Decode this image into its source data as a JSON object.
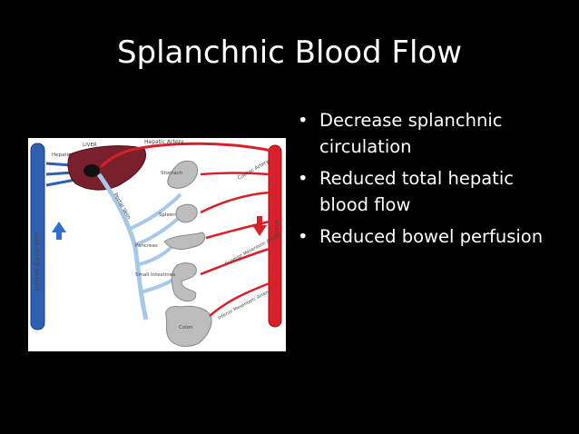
{
  "slide": {
    "title": "Splanchnic Blood Flow",
    "bullets": [
      "Decrease splanchnic circulation",
      "Reduced total hepatic blood flow",
      "Reduced bowel perfusion"
    ]
  },
  "diagram": {
    "labels": {
      "liver": "LIVER",
      "hepatic_veins": "Hepatic Veins",
      "hepatic_artery": "Hepatic Artery",
      "stomach": "Stomach",
      "spleen": "Spleen",
      "pancreas": "Pancreas",
      "small_intestines": "Small Intestines",
      "colon": "Colon",
      "portal_vein": "Portal Vein",
      "ivc": "Inferior Caval Vein",
      "aorta": "Aorta",
      "celiac_artery": "Coeliac Artery",
      "sma": "Superior Mesenteric Artery",
      "ima": "Inferior Mesenteric Artery"
    },
    "colors": {
      "vein": "#2f5fb0",
      "artery": "#d8202a",
      "portal": "#a8c8e8",
      "liver": "#7a1f2c"
    }
  }
}
